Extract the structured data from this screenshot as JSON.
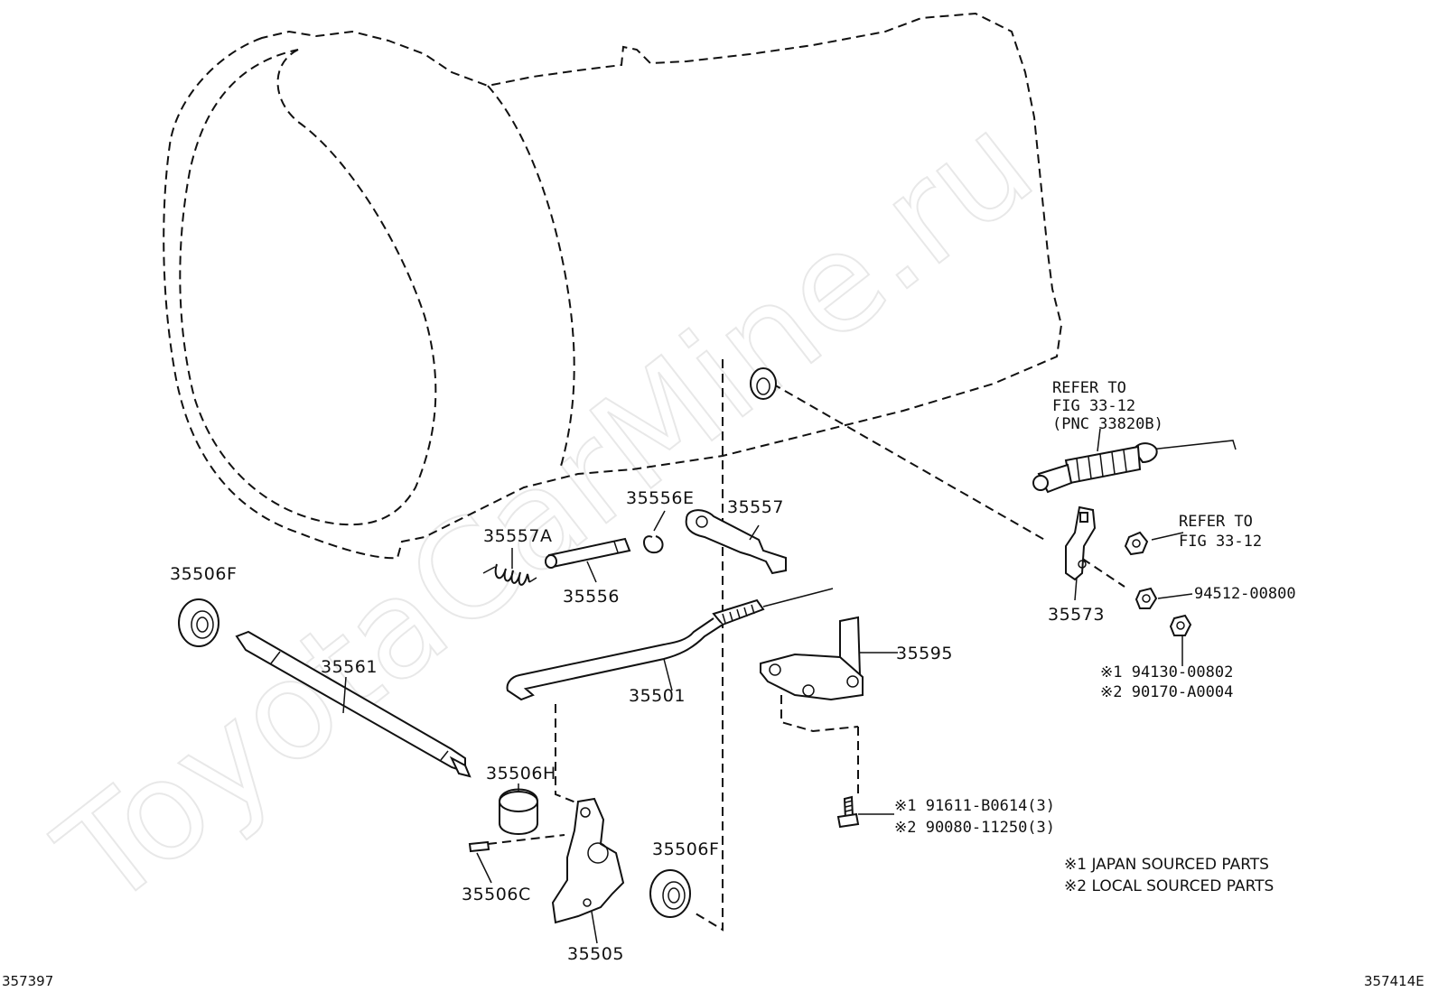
{
  "watermark": "ToyotaCarMine.ru",
  "figure_codes": {
    "left": "357397",
    "right": "357414E"
  },
  "refer_cable": [
    "REFER TO",
    "FIG 33-12",
    "(PNC 33820B)"
  ],
  "refer_nut": [
    "REFER TO",
    "FIG 33-12"
  ],
  "parts": {
    "p35506F_top": "35506F",
    "p35561": "35561",
    "p35557A": "35557A",
    "p35556": "35556",
    "p35556E": "35556E",
    "p35557": "35557",
    "p35501": "35501",
    "p35506H": "35506H",
    "p35506C": "35506C",
    "p35505": "35505",
    "p35506F_bottom": "35506F",
    "p35573": "35573",
    "p35595": "35595",
    "p94512": "94512-00800",
    "p94130": "※1 94130-00802",
    "p90170": "※2 90170-A0004",
    "p91611": "※1 91611-B0614(3)",
    "p90080": "※2 90080-11250(3)"
  },
  "legend": [
    "※1 JAPAN SOURCED PARTS",
    "※2 LOCAL SOURCED PARTS"
  ]
}
